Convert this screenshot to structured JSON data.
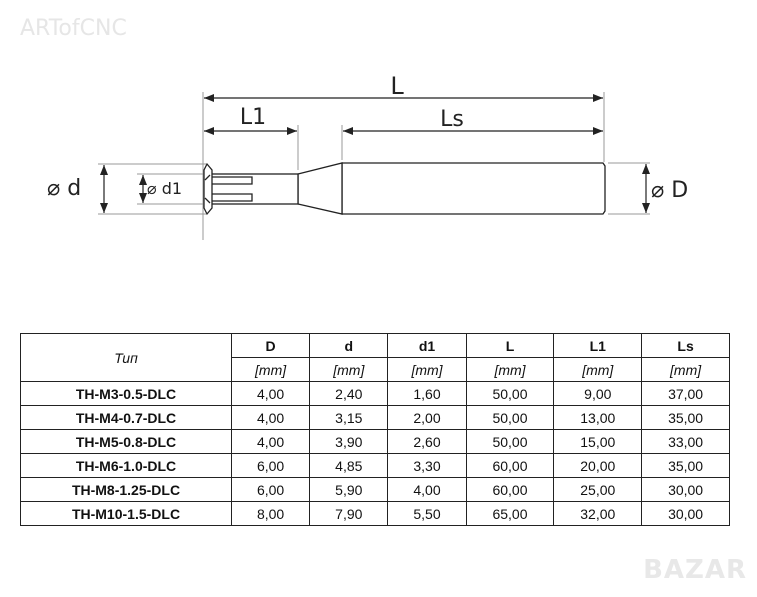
{
  "watermark": "ARTofCNC",
  "logo": "BAZAR",
  "drawing": {
    "label_L": "L",
    "label_L1": "L1",
    "label_Ls": "Ls",
    "label_d": "⌀ d",
    "label_d1": "⌀ d1",
    "label_D": "⌀ D"
  },
  "table": {
    "type_header": "Тип",
    "columns": [
      {
        "name": "D",
        "unit": "[mm]"
      },
      {
        "name": "d",
        "unit": "[mm]"
      },
      {
        "name": "d1",
        "unit": "[mm]"
      },
      {
        "name": "L",
        "unit": "[mm]"
      },
      {
        "name": "L1",
        "unit": "[mm]"
      },
      {
        "name": "Ls",
        "unit": "[mm]"
      }
    ],
    "rows": [
      {
        "type": "TH-M3-0.5-DLC",
        "values": [
          "4,00",
          "2,40",
          "1,60",
          "50,00",
          "9,00",
          "37,00"
        ]
      },
      {
        "type": "TH-M4-0.7-DLC",
        "values": [
          "4,00",
          "3,15",
          "2,00",
          "50,00",
          "13,00",
          "35,00"
        ]
      },
      {
        "type": "TH-M5-0.8-DLC",
        "values": [
          "4,00",
          "3,90",
          "2,60",
          "50,00",
          "15,00",
          "33,00"
        ]
      },
      {
        "type": "TH-M6-1.0-DLC",
        "values": [
          "6,00",
          "4,85",
          "3,30",
          "60,00",
          "20,00",
          "35,00"
        ]
      },
      {
        "type": "TH-M8-1.25-DLC",
        "values": [
          "6,00",
          "5,90",
          "4,00",
          "60,00",
          "25,00",
          "30,00"
        ]
      },
      {
        "type": "TH-M10-1.5-DLC",
        "values": [
          "8,00",
          "7,90",
          "5,50",
          "65,00",
          "32,00",
          "30,00"
        ]
      }
    ]
  }
}
